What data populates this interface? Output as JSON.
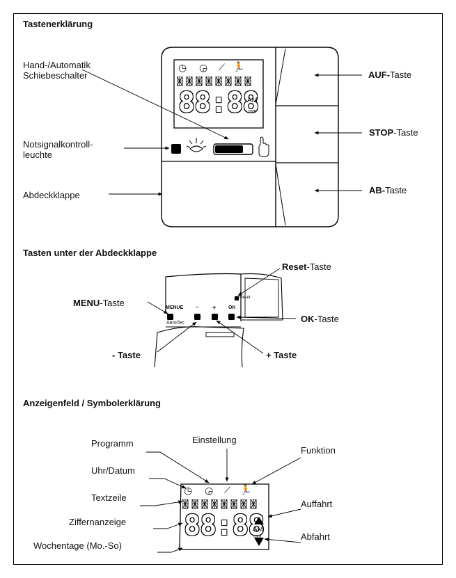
{
  "sections": {
    "keys": {
      "title": "Tastenerklärung",
      "labels": {
        "hand_auto_line1": "Hand-/Automatik",
        "hand_auto_line2": "Schiebeschalter",
        "notsignal_line1": "Notsignalkontroll-",
        "notsignal_line2": "leuchte",
        "abdeckklappe": "Abdeckklappe",
        "auf_bold": "AUF-",
        "auf_rest": "Taste",
        "stop_bold": "STOP",
        "stop_rest": "-Taste",
        "ab_bold": "AB-",
        "ab_rest": "Taste"
      },
      "lcd": {
        "digits": "88:88",
        "am": "AM",
        "min": "min"
      }
    },
    "cover_keys": {
      "title": "Tasten unter der Abdeckklappe",
      "labels": {
        "reset_bold": "Reset",
        "reset_rest": "-Taste",
        "menu_bold": "MENU",
        "menu_rest": "-Taste",
        "ok_bold": "OK",
        "ok_rest": "-Taste",
        "minus": "- Taste",
        "plus": "+ Taste"
      },
      "panel": {
        "menue": "MENUE",
        "minus": "–",
        "plus": "+",
        "ok": "OK",
        "reset": "Reset",
        "brand": "AeroTec"
      }
    },
    "display": {
      "title": "Anzeigenfeld / Symbolerklärung",
      "labels": {
        "programm": "Programm",
        "einstellung": "Einstellung",
        "funktion": "Funktion",
        "uhr_datum": "Uhr/Datum",
        "textzeile": "Textzeile",
        "auffahrt": "Auffahrt",
        "ziffernanzeige": "Ziffernanzeige",
        "abfahrt": "Abfahrt",
        "wochentage": "Wochentage (Mo.-So)"
      },
      "lcd": {
        "digits": "88:88",
        "am": "AM",
        "min": "min"
      }
    }
  },
  "colors": {
    "line": "#000000",
    "background": "#ffffff"
  },
  "icons": [
    "clock-date-icon",
    "program-icon",
    "setting-icon",
    "function-runner-icon",
    "sun-sensor-icon",
    "hand-icon",
    "up-arrow-icon",
    "down-arrow-icon"
  ]
}
